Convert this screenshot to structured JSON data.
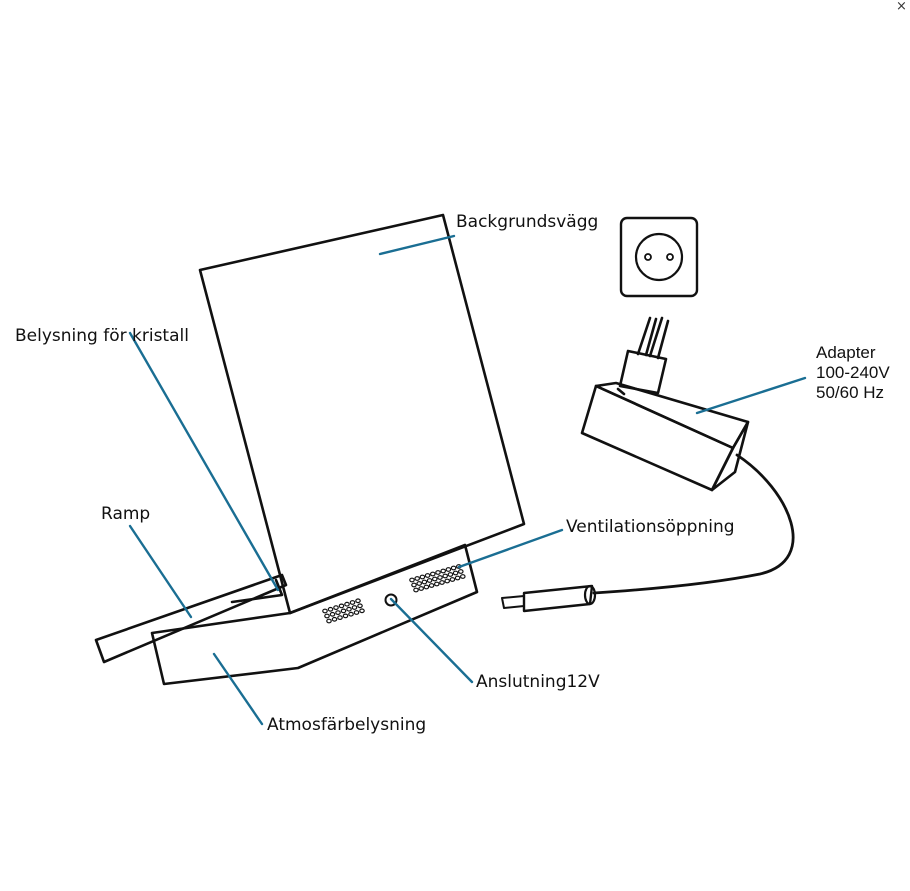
{
  "close_label": "×",
  "colors": {
    "leader": "#1a6e93",
    "stroke": "#111111",
    "background": "#ffffff"
  },
  "labels": {
    "backgrundsvagg": "Backgrundsvägg",
    "belysning_kristall": "Belysning för kristall",
    "ramp": "Ramp",
    "ventilation": "Ventilationsöppning",
    "anslutning": "Anslutning12V",
    "atmosfar": "Atmosfärbelysning",
    "adapter_title": "Adapter",
    "adapter_voltage": "100-240V",
    "adapter_freq": "50/60 Hz"
  },
  "icons": [
    "power-outlet-icon",
    "plug-icon",
    "barrel-connector-icon"
  ]
}
